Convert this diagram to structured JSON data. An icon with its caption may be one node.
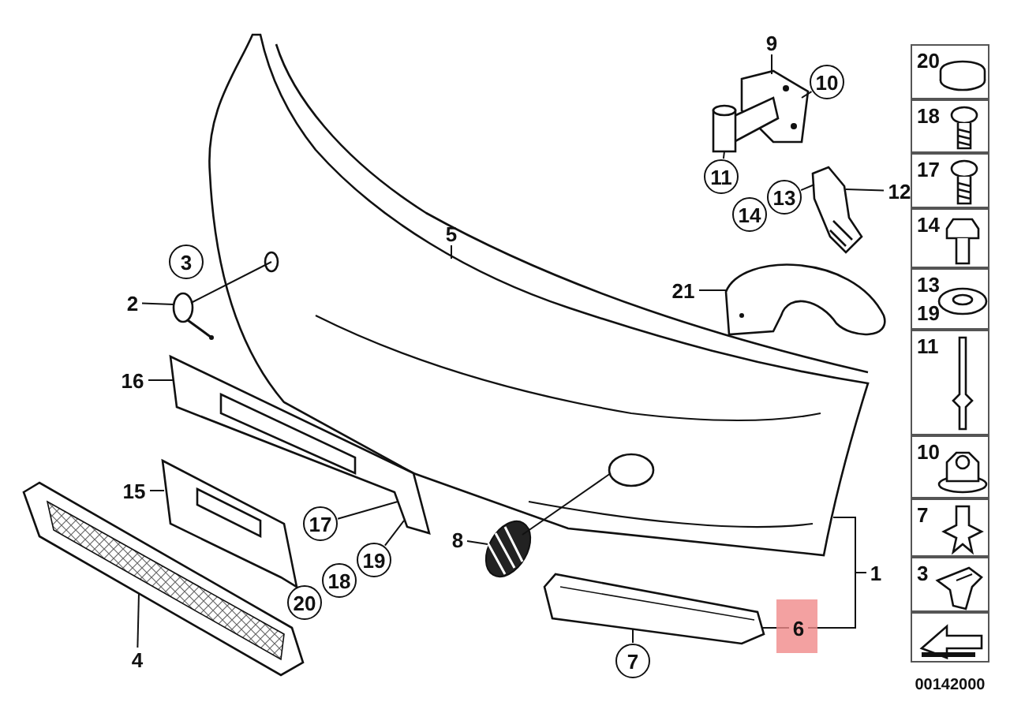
{
  "diagram": {
    "nodes": [
      {
        "text": [
          "9"
        ]
      },
      {
        "text": [
          "10"
        ]
      },
      {
        "text": [],
        "shape": "picture"
      },
      {
        "text": [
          "11"
        ]
      },
      {
        "text": [
          "13"
        ]
      },
      {
        "text": [
          "14"
        ]
      },
      {
        "text": [
          "12"
        ]
      },
      {
        "text": [],
        "shape": "picture"
      },
      {
        "text": [
          "5"
        ]
      },
      {
        "text": [],
        "shape": "picture"
      },
      {
        "text": [
          "3"
        ]
      },
      {
        "text": [
          "2"
        ]
      },
      {
        "text": [],
        "shape": "picture"
      },
      {
        "text": [
          "21"
        ]
      },
      {
        "text": [],
        "shape": "picture"
      },
      {
        "text": [
          "16"
        ]
      },
      {
        "text": [],
        "shape": "picture"
      },
      {
        "text": [
          "15"
        ]
      },
      {
        "text": [],
        "shape": "picture"
      },
      {
        "text": [
          "17"
        ]
      },
      {
        "text": [
          "8"
        ]
      },
      {
        "text": [],
        "shape": "picture"
      },
      {
        "text": [
          "19"
        ]
      },
      {
        "text": [
          "18"
        ]
      },
      {
        "text": [
          "20"
        ]
      },
      {
        "text": [
          "1"
        ]
      },
      {
        "text": [
          "4"
        ]
      },
      {
        "text": [],
        "shape": "picture"
      },
      {
        "text": [
          "6"
        ]
      },
      {
        "text": [],
        "shape": "picture"
      },
      {
        "text": [
          "7"
        ]
      },
      {
        "text": [
          "20"
        ]
      },
      {
        "text": [
          "18"
        ]
      },
      {
        "text": [
          "17"
        ]
      },
      {
        "text": [
          "14"
        ]
      },
      {
        "text": [
          "13",
          "19"
        ]
      },
      {
        "text": [
          "11"
        ]
      },
      {
        "text": [
          "10"
        ]
      },
      {
        "text": [
          "7"
        ]
      },
      {
        "text": [
          "3"
        ]
      },
      {
        "text": [],
        "shape": "picture"
      }
    ],
    "edges": [
      {
        "from": 0,
        "to": 2,
        "arrow": "none"
      },
      {
        "from": 1,
        "to": 2,
        "arrow": "none"
      },
      {
        "from": 3,
        "to": 2,
        "arrow": "none"
      },
      {
        "from": 4,
        "to": 7,
        "arrow": "none"
      },
      {
        "from": 6,
        "to": 7,
        "arrow": "none"
      },
      {
        "from": 8,
        "to": 9,
        "arrow": "none"
      },
      {
        "from": 11,
        "to": 12,
        "arrow": "none"
      },
      {
        "from": 12,
        "to": 9,
        "arrow": "none"
      },
      {
        "from": 13,
        "to": 14,
        "arrow": "none"
      },
      {
        "from": 15,
        "to": 16,
        "arrow": "none"
      },
      {
        "from": 17,
        "to": 18,
        "arrow": "none"
      },
      {
        "from": 19,
        "to": 16,
        "arrow": "none"
      },
      {
        "from": 20,
        "to": 21,
        "arrow": "none"
      },
      {
        "from": 21,
        "to": 9,
        "arrow": "none"
      },
      {
        "from": 22,
        "to": 16,
        "arrow": "none"
      },
      {
        "from": 25,
        "to": 9,
        "arrow": "none"
      },
      {
        "from": 25,
        "to": 28,
        "arrow": "none"
      },
      {
        "from": 26,
        "to": 27,
        "arrow": "none"
      },
      {
        "from": 28,
        "to": 29,
        "arrow": "none"
      },
      {
        "from": 30,
        "to": 29,
        "arrow": "none"
      }
    ],
    "labels": [
      "00142000"
    ]
  }
}
